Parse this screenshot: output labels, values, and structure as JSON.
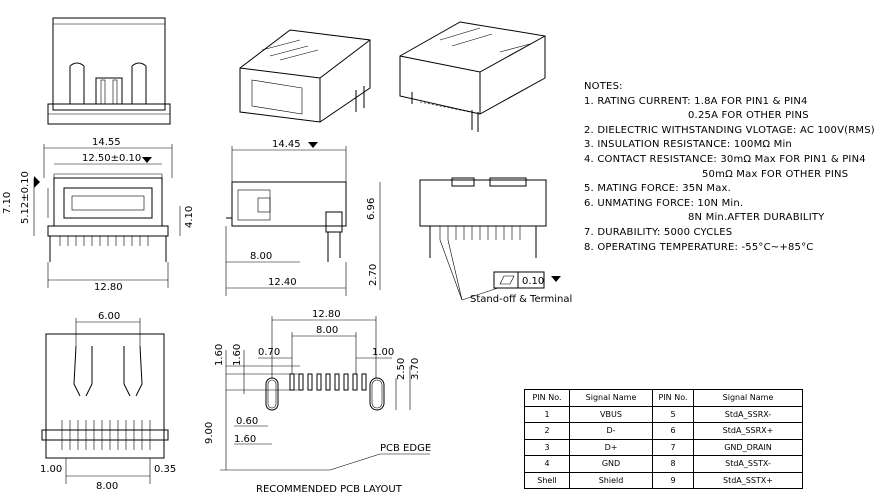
{
  "notes": {
    "heading": "NOTES:",
    "lines": [
      "1.  RATING CURRENT: 1.8A FOR PIN1 & PIN4",
      "0.25A FOR OTHER PINS",
      "2. DIELECTRIC WITHSTANDING VLOTAGE: AC 100V(RMS)",
      "3. INSULATION RESISTANCE:  100MΩ Min",
      "4. CONTACT RESISTANCE: 30mΩ Max FOR PIN1 & PIN4",
      "50mΩ Max FOR OTHER PINS",
      "5. MATING FORCE: 35N Max.",
      "6. UNMATING FORCE: 10N Min.",
      "8N Min.AFTER DURABILITY",
      "7. DURABILITY: 5000 CYCLES",
      "8. OPERATING TEMPERATURE: -55°C~+85°C"
    ]
  },
  "pin_table": {
    "headers": [
      "PIN No.",
      "Signal Name",
      "PIN No.",
      "Signal Name"
    ],
    "rows": [
      [
        "1",
        "VBUS",
        "5",
        "StdA_SSRX-"
      ],
      [
        "2",
        "D-",
        "6",
        "StdA_SSRX+"
      ],
      [
        "3",
        "D+",
        "7",
        "GND_DRAIN"
      ],
      [
        "4",
        "GND",
        "8",
        "StdA_SSTX-"
      ],
      [
        "Shell",
        "Shield",
        "9",
        "StdA_SSTX+"
      ]
    ]
  },
  "dimensions": {
    "front_width_overall": "14.55",
    "front_width_inner": "12.50±0.10",
    "front_height": "7.10",
    "front_height_inner": "5.12±0.10",
    "front_right_height": "4.10",
    "front_bottom_width": "12.80",
    "side_length": "14.45",
    "side_height": "6.96",
    "side_post": "8.00",
    "side_base": "12.40",
    "side_offset": "2.70",
    "flatness": "0.10",
    "bottom_top_width": "6.00",
    "bottom_left": "1.00",
    "bottom_right": "0.35",
    "bottom_width": "8.00",
    "pcb_total": "12.80",
    "pcb_inner": "8.00",
    "pcb_left_gap": "0.70",
    "pcb_right_gap": "1.00",
    "pcb_v1": "1.60",
    "pcb_v2": "1.60",
    "pcb_h1": "2.50",
    "pcb_h2": "3.70",
    "pcb_height": "9.00",
    "pcb_slot_w": "0.60",
    "pcb_slot_off": "1.60"
  },
  "labels": {
    "standoff": "Stand-off & Terminal",
    "pcb_edge": "PCB EDGE",
    "pcb_layout": "RECOMMENDED PCB LAYOUT"
  }
}
